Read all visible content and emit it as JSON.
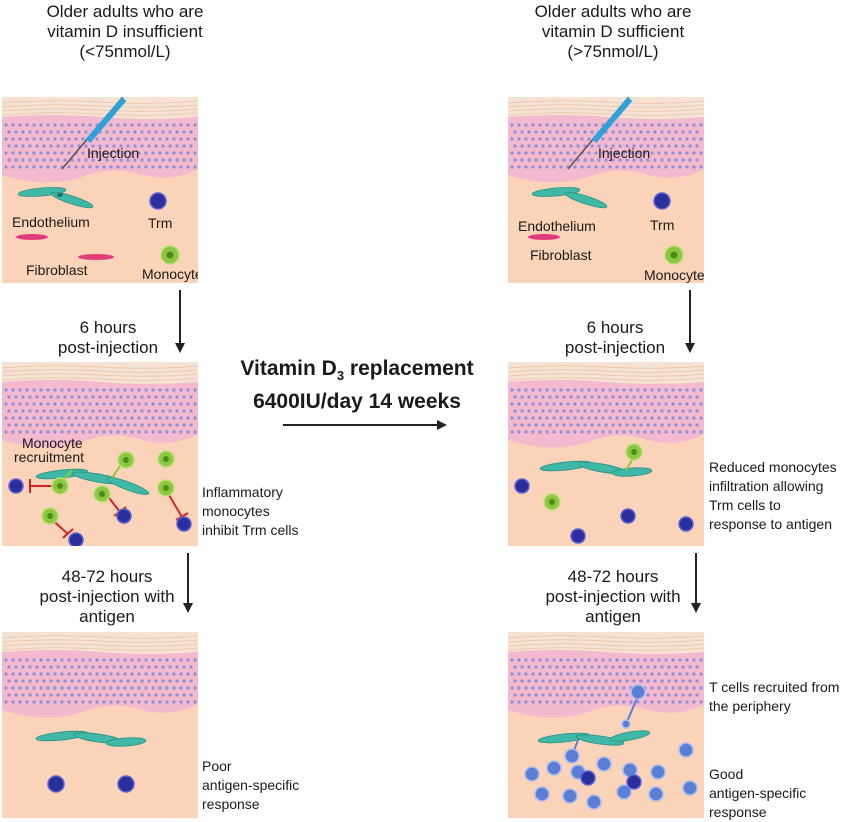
{
  "left_column": {
    "header": [
      "Older adults who are",
      "vitamin D insufficient",
      "(<75nmol/L)"
    ],
    "panel1": {
      "injection": "Injection",
      "endothelium": "Endothelium",
      "trm": "Trm",
      "fibroblast": "Fibroblast",
      "monocyte": "Monocyte"
    },
    "step1": [
      "6 hours",
      "post-injection"
    ],
    "panel2": {
      "recruitment": [
        "Monocyte",
        "recruitment"
      ]
    },
    "note2": [
      "Inflammatory",
      "monocytes",
      "inhibit Trm cells"
    ],
    "step2": [
      "48-72 hours",
      "post-injection with",
      "antigen"
    ],
    "note3": [
      "Poor",
      "antigen-specific",
      "response"
    ]
  },
  "right_column": {
    "header": [
      "Older adults who are",
      "vitamin D sufficient",
      "(>75nmol/L)"
    ],
    "panel1": {
      "injection": "Injection",
      "endothelium": "Endothelium",
      "trm": "Trm",
      "fibroblast": "Fibroblast",
      "monocyte": "Monocyte"
    },
    "step1": [
      "6 hours",
      "post-injection"
    ],
    "note2": [
      "Reduced monocytes",
      "infiltration allowing",
      "Trm cells to",
      "response to antigen"
    ],
    "step2": [
      "48-72 hours",
      "post-injection with",
      "antigen"
    ],
    "note3a": [
      "T cells recruited from",
      "the periphery"
    ],
    "note3b": [
      "Good",
      "antigen-specific",
      "response"
    ]
  },
  "center": {
    "line1_main": "Vitamin D",
    "line1_sub": "3",
    "line1_rest": " replacement",
    "line2": "6400IU/day 14 weeks"
  },
  "colors": {
    "epidermis": "#f2b9cf",
    "nucleus": "#8f8fd9",
    "dermis": "#fbd3b8",
    "stratum": "#f6e2d2",
    "endothelium": "#3fb8a7",
    "trm": "#2b2f9e",
    "monocyte": "#8dc63f",
    "inhibit": "#d2232a",
    "recruited_t": "#5b7fd6"
  }
}
